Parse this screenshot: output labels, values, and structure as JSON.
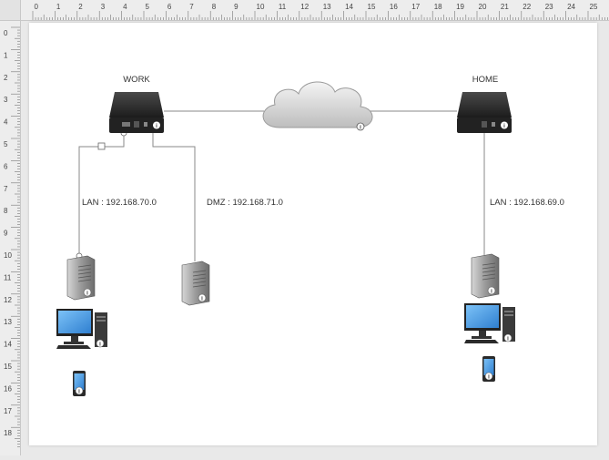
{
  "ruler": {
    "top_labels": [
      "0",
      "1",
      "2",
      "3",
      "4",
      "5",
      "6",
      "7",
      "8",
      "9",
      "10",
      "11",
      "12",
      "13",
      "14",
      "15",
      "16",
      "17",
      "18",
      "19",
      "20",
      "21",
      "22",
      "23",
      "24",
      "25"
    ],
    "left_labels": [
      "0",
      "1",
      "2",
      "3",
      "4",
      "5",
      "6",
      "7",
      "8",
      "9",
      "10",
      "11",
      "12",
      "13",
      "14",
      "15",
      "16",
      "17",
      "18"
    ]
  },
  "nodes": {
    "work_label": "WORK",
    "home_label": "HOME",
    "lan_work": "LAN : 192.168.70.0",
    "dmz_work": "DMZ : 192.168.71.0",
    "lan_home": "LAN : 192.168.69.0"
  },
  "colors": {
    "router_body": "#2b2b2b",
    "cloud_fill": "#d8d8d8",
    "monitor_screen": "#4a9fe8",
    "line": "#8a8a8a"
  }
}
